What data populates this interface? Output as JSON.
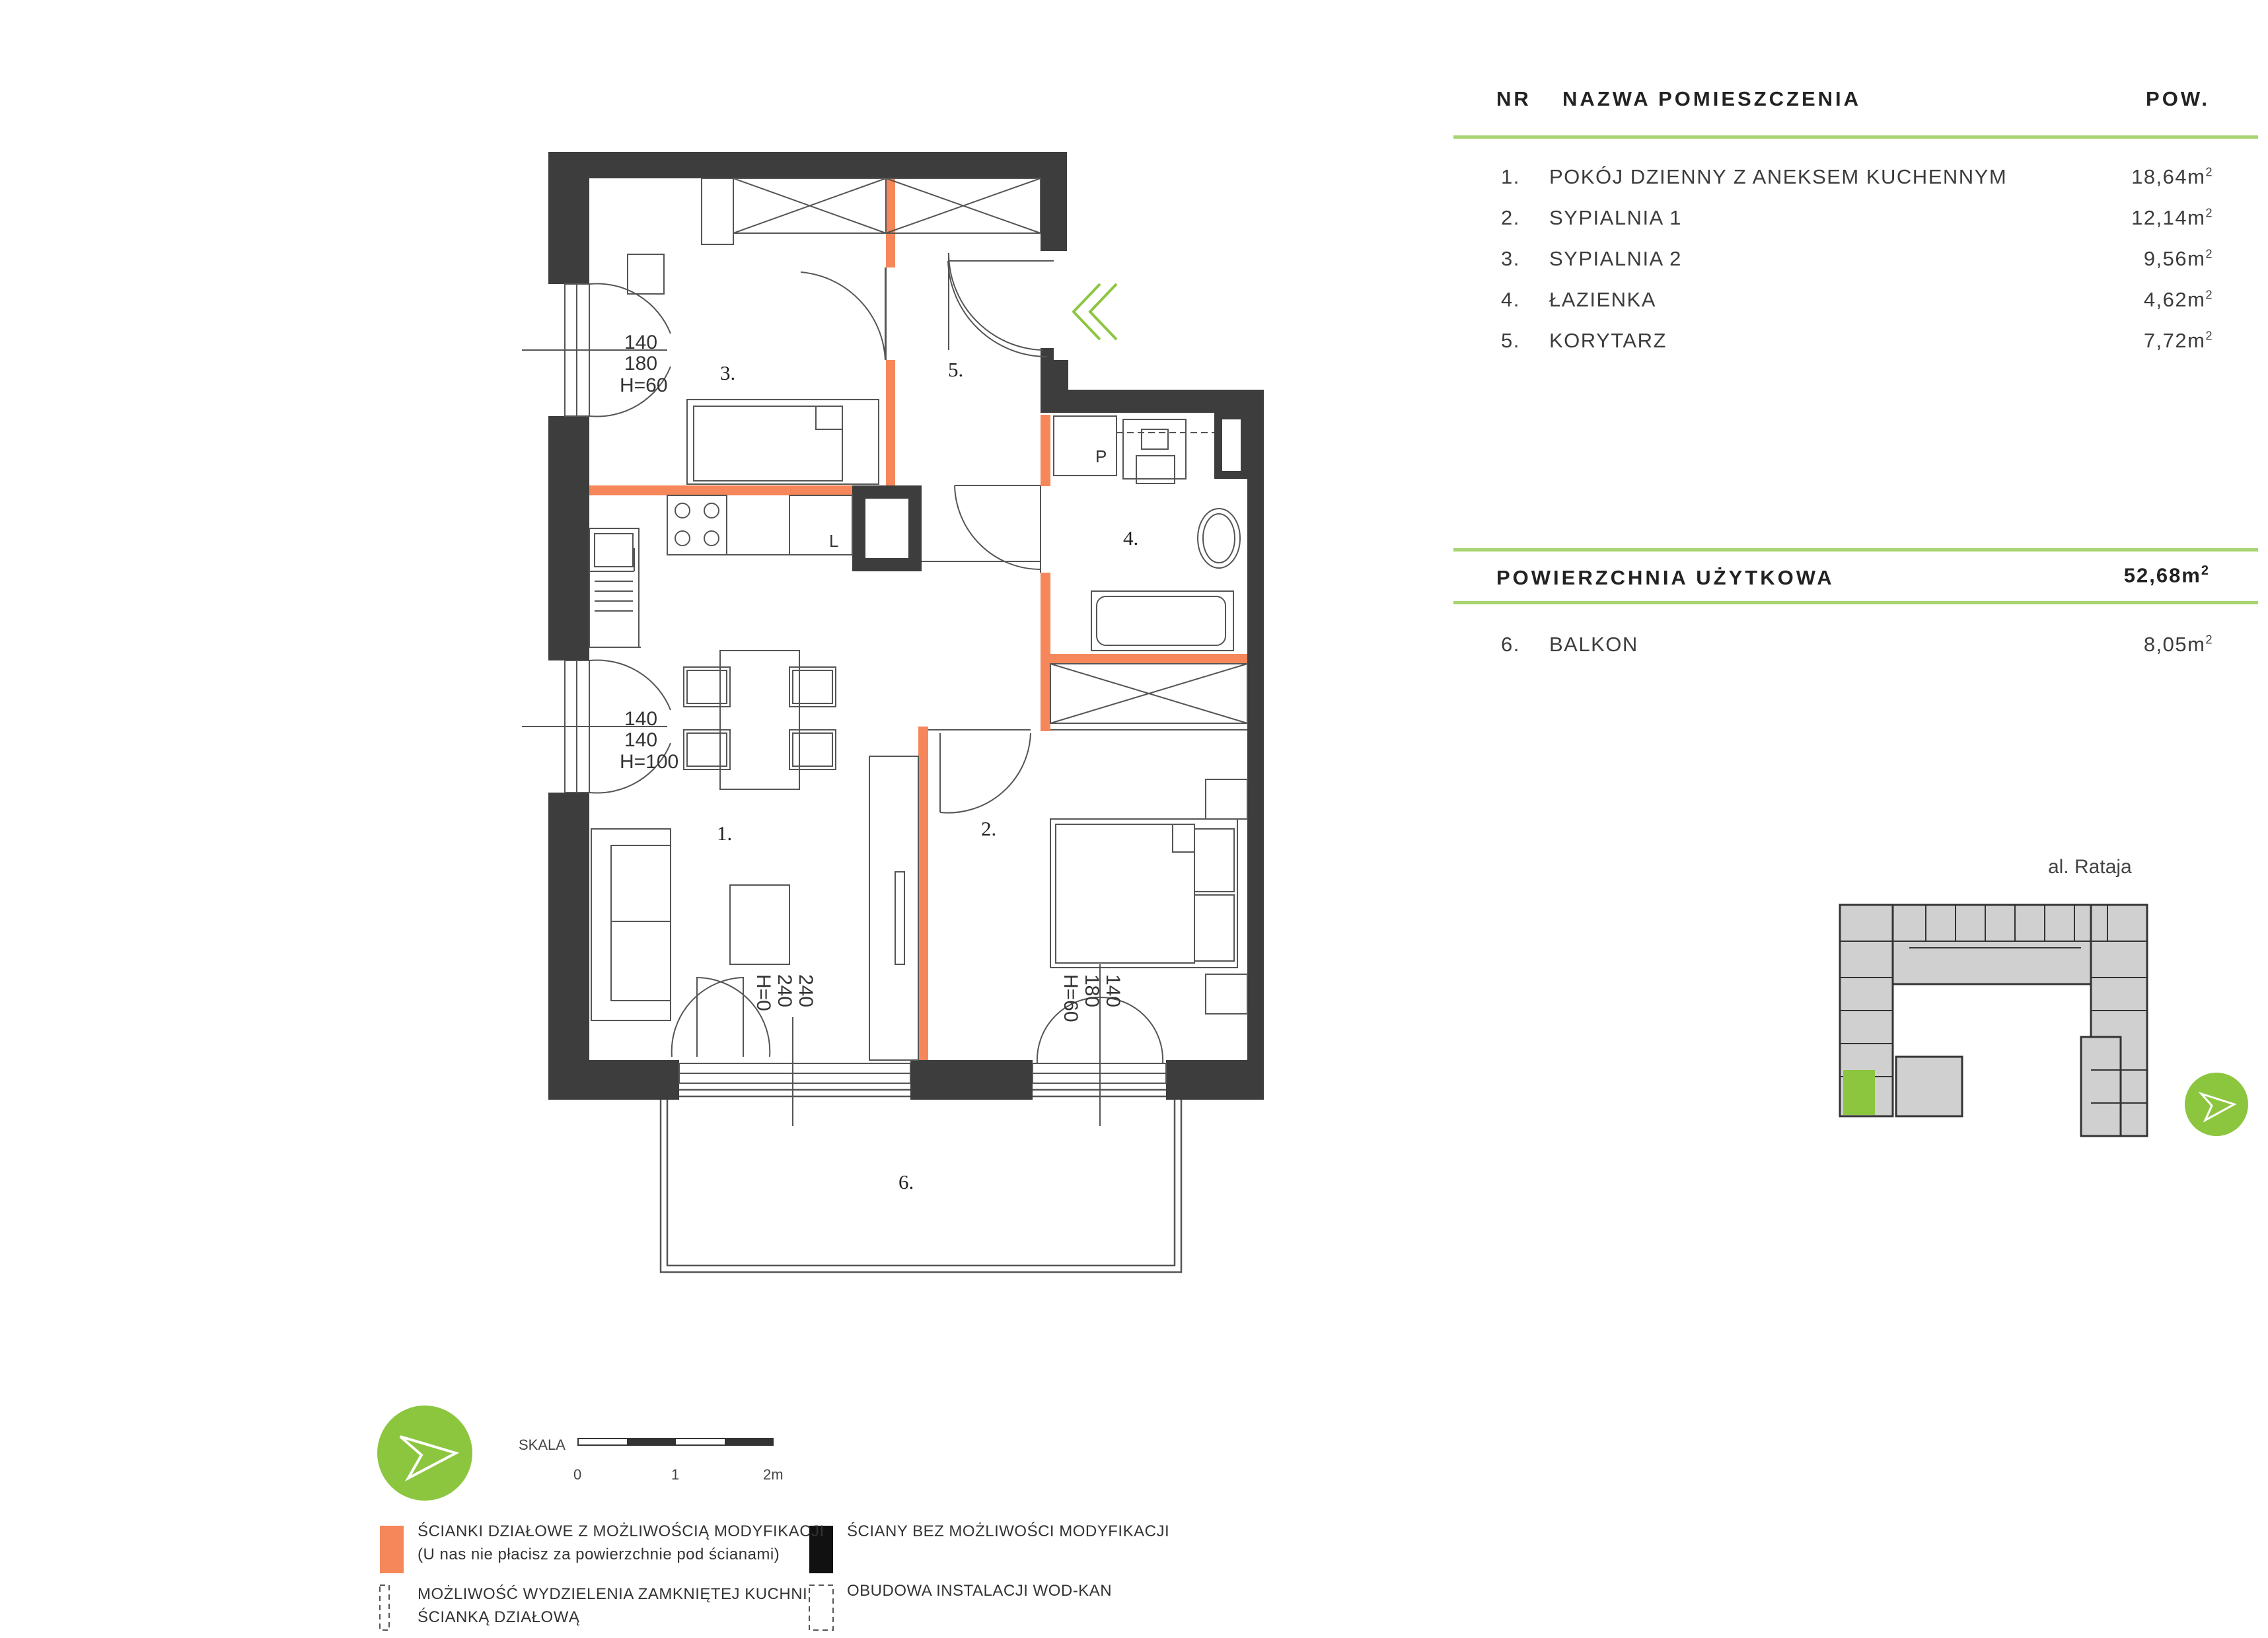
{
  "table": {
    "header_nr": "NR",
    "header_name": "NAZWA POMIESZCZENIA",
    "header_area": "POW.",
    "rooms": [
      {
        "nr": "1.",
        "name": "POKÓJ DZIENNY Z ANEKSEM KUCHENNYM",
        "area": "18,64m",
        "unit_sup": "2"
      },
      {
        "nr": "2.",
        "name": "SYPIALNIA 1",
        "area": "12,14m",
        "unit_sup": "2"
      },
      {
        "nr": "3.",
        "name": "SYPIALNIA 2",
        "area": "9,56m",
        "unit_sup": "2"
      },
      {
        "nr": "4.",
        "name": "ŁAZIENKA",
        "area": "4,62m",
        "unit_sup": "2"
      },
      {
        "nr": "5.",
        "name": "KORYTARZ",
        "area": "7,72m",
        "unit_sup": "2"
      }
    ],
    "total_label": "POWIERZCHNIA UŻYTKOWA",
    "total_area": "52,68m",
    "total_sup": "2",
    "extra": {
      "nr": "6.",
      "name": "BALKON",
      "area": "8,05m",
      "unit_sup": "2"
    }
  },
  "plan": {
    "room_labels": [
      "1.",
      "2.",
      "3.",
      "4.",
      "5.",
      "6."
    ],
    "window_top_left": [
      "140",
      "180",
      "H=60"
    ],
    "window_mid_left": [
      "140",
      "140",
      "H=100"
    ],
    "window_bottom_door": [
      "240",
      "240",
      "H=0"
    ],
    "window_bottom_right": [
      "140",
      "180",
      "H=60"
    ],
    "fridge_label": "L",
    "washer_label": "P"
  },
  "keyplan": {
    "street": "al. Rataja"
  },
  "scale": {
    "label": "SKALA",
    "ticks": [
      "0",
      "1",
      "2m"
    ]
  },
  "legend": {
    "orange_line1": "ŚCIANKI DZIAŁOWE Z MOŻLIWOŚCIĄ MODYFIKACJI",
    "orange_line2": "(U nas nie płacisz za powierzchnie pod ścianami)",
    "black": "ŚCIANY BEZ MOŻLIWOŚCI MODYFIKACJI",
    "kitchen_line1": "MOŻLIWOŚĆ WYDZIELENIA ZAMKNIĘTEJ KUCHNI",
    "kitchen_line2": "ŚCIANKĄ DZIAŁOWĄ",
    "installation": "OBUDOWA INSTALACJI WOD-KAN"
  },
  "colors": {
    "wall": "#3d3d3d",
    "partition": "#f5875a",
    "accent_green": "#8cc63f",
    "rule_green": "#a8d46f"
  }
}
